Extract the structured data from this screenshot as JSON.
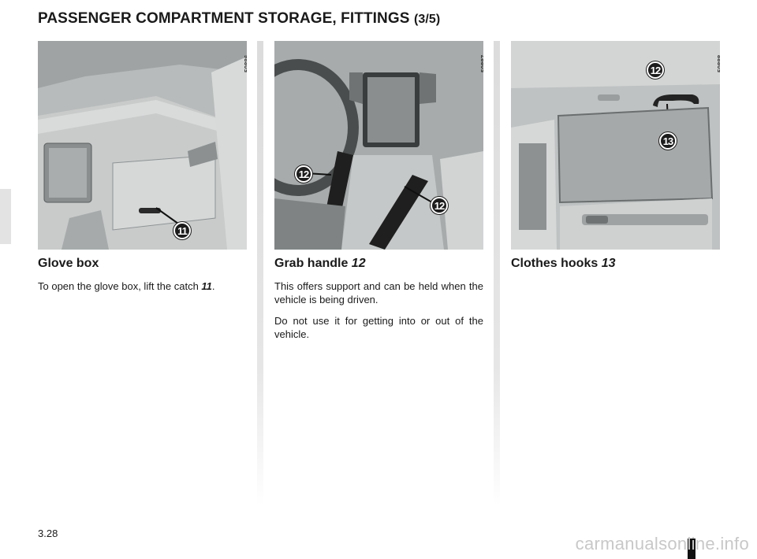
{
  "header": {
    "title": "PASSENGER COMPARTMENT STORAGE, FITTINGS",
    "title_suffix": "(3/5)"
  },
  "columns": [
    {
      "figure_ref": "50886",
      "callouts": [
        "11"
      ],
      "heading": "Glove box",
      "heading_ref": "",
      "paragraphs": [
        {
          "text": "To open the glove box, lift the catch ",
          "ref": "11",
          "after": "."
        }
      ]
    },
    {
      "figure_ref": "50887",
      "callouts": [
        "12",
        "12"
      ],
      "heading": "Grab handle ",
      "heading_ref": "12",
      "paragraphs": [
        {
          "text": "This offers support and can be held when the vehicle is being driven.",
          "ref": "",
          "after": ""
        },
        {
          "text": "Do not use it for getting into or out of the vehicle.",
          "ref": "",
          "after": ""
        }
      ]
    },
    {
      "figure_ref": "50888",
      "callouts": [
        "12",
        "13"
      ],
      "heading": "Clothes hooks ",
      "heading_ref": "13",
      "paragraphs": []
    }
  ],
  "footer": {
    "page_number": "3.28",
    "watermark": "carmanualsonline.info"
  }
}
